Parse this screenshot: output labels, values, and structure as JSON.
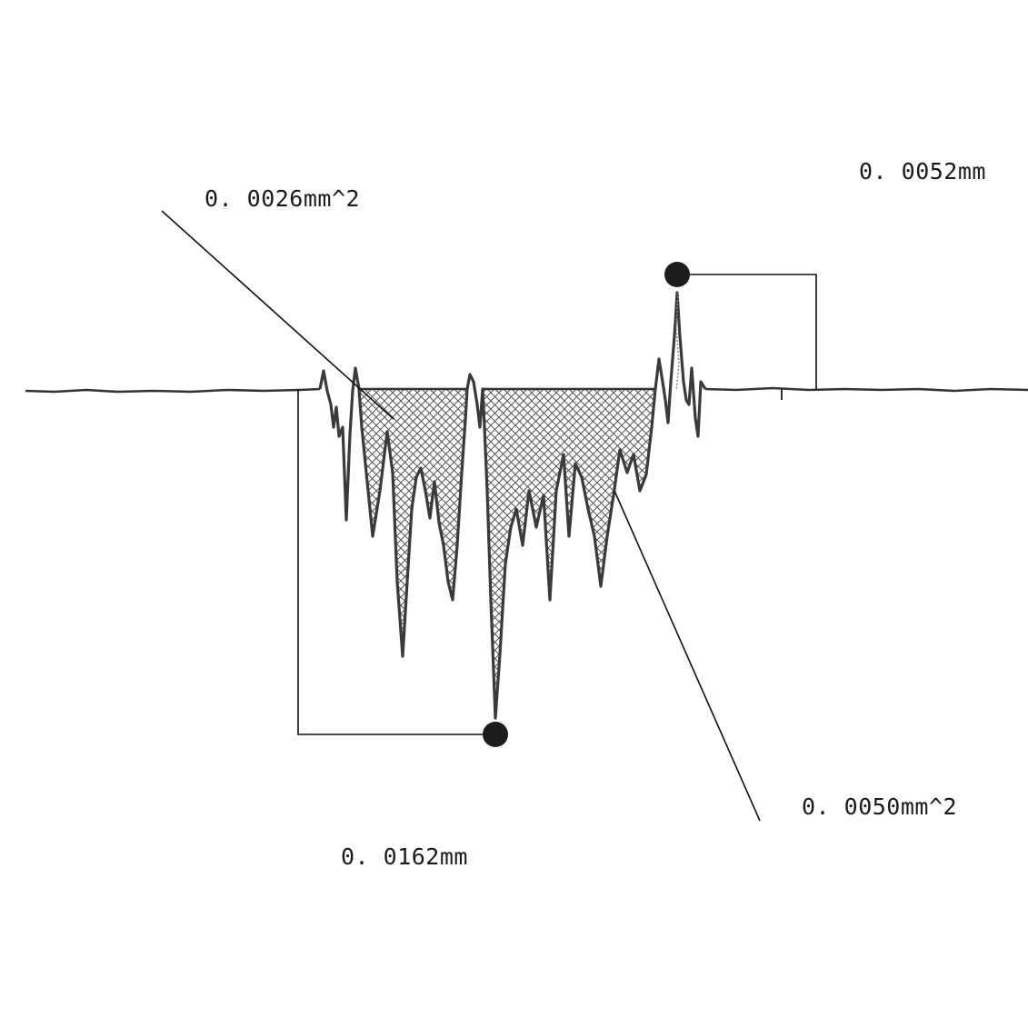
{
  "annotations": {
    "area_left": "0. 0026mm^2",
    "height_top": "0. 0052mm",
    "area_right": "0. 0050mm^2",
    "depth_bottom": "0. 0162mm"
  },
  "colors": {
    "profile": "#3a3a3a",
    "hatch": "#555555",
    "leader": "#111111",
    "marker": "#1c1c1c"
  }
}
